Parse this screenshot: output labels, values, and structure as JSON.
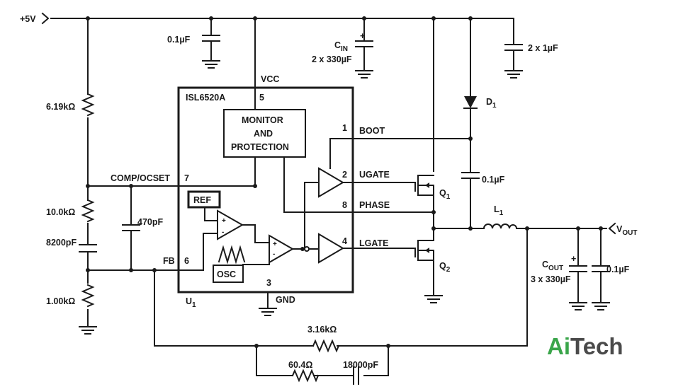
{
  "supply": {
    "label": "+5V"
  },
  "ic": {
    "name": "ISL6520A",
    "ref": "U",
    "ref_sub": "1",
    "vcc_label": "VCC",
    "gnd_label": "GND",
    "block_monitor_line1": "MONITOR",
    "block_monitor_line2": "AND",
    "block_monitor_line3": "PROTECTION",
    "ref_block": "REF",
    "osc_block": "OSC",
    "pins": {
      "p5": "5",
      "p1": "1",
      "p2": "2",
      "p8": "8",
      "p4": "4",
      "p7": "7",
      "p6": "6",
      "p3": "3"
    },
    "pin_names": {
      "boot": "BOOT",
      "ugate": "UGATE",
      "phase": "PHASE",
      "lgate": "LGATE",
      "comp": "COMP/OCSET",
      "fb": "FB"
    },
    "opamp_plus": "+",
    "opamp_minus": "-"
  },
  "components": {
    "c_vcc": "0.1µF",
    "cin_name": "C",
    "cin_sub": "IN",
    "cin_value": "2 x 330µF",
    "c_2x1": "2 x 1µF",
    "r_top": "6.19kΩ",
    "r_mid": "10.0kΩ",
    "c_8200": "8200pF",
    "r_bot": "1.00kΩ",
    "c_470": "470pF",
    "d1_name": "D",
    "d1_sub": "1",
    "c_boot": "0.1µF",
    "q1_name": "Q",
    "q1_sub": "1",
    "q2_name": "Q",
    "q2_sub": "2",
    "l1_name": "L",
    "l1_sub": "1",
    "cout_name": "C",
    "cout_sub": "OUT",
    "cout_value": "3 x 330µF",
    "c_out_small": "0.1µF",
    "vout_name": "V",
    "vout_sub": "OUT",
    "r_fb": "3.16kΩ",
    "r_comp": "60.4Ω",
    "c_comp": "18000pF",
    "polarity_plus": "+"
  },
  "watermark": {
    "part1": "Ai",
    "part2": "Tech",
    "color1": "#3aa54a",
    "color2": "#4a4a4a"
  }
}
